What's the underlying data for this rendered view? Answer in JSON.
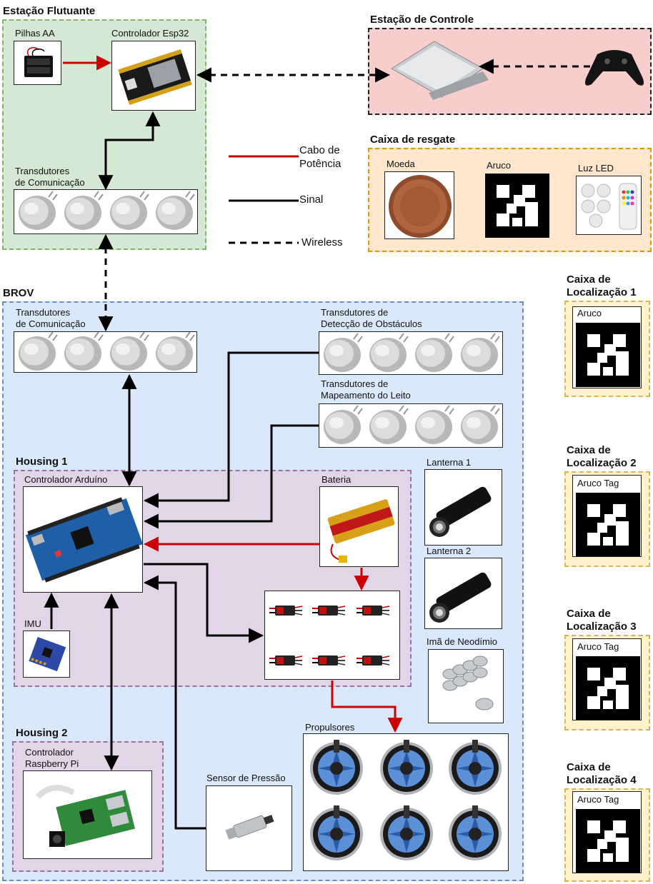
{
  "estacao_flutuante": {
    "title": "Estação Flutuante",
    "pilhas_label": "Pilhas AA",
    "esp32_label": "Controlador Esp32",
    "transdutores_label_1": "Transdutores",
    "transdutores_label_2": "de Comunicação"
  },
  "estacao_controle": {
    "title": "Estação de Controle"
  },
  "caixa_resgate": {
    "title": "Caixa de resgate",
    "moeda_label": "Moeda",
    "aruco_label": "Aruco",
    "luz_label": "Luz LED"
  },
  "legend": {
    "cabo_1": "Cabo de",
    "cabo_2": "Potência",
    "sinal": "Sinal",
    "wireless": "Wireless"
  },
  "brov": {
    "title": "BROV",
    "com_label_1": "Transdutores",
    "com_label_2": "de Comunicação",
    "obst_label_1": "Transdutores de",
    "obst_label_2": "Detecção de Obstáculos",
    "map_label_1": "Transdutores de",
    "map_label_2": "Mapeamento do Leito",
    "lanterna1": "Lanterna 1",
    "lanterna2": "Lanterna 2",
    "ima": "Imã de Neodímio",
    "propulsores": "Propulsores",
    "sensor": "Sensor de Pressão"
  },
  "housing1": {
    "title": "Housing 1",
    "arduino_label": "Controlador Arduíno",
    "bateria_label": "Bateria",
    "imu_label": "IMU"
  },
  "housing2": {
    "title": "Housing 2",
    "rpi_label_1": "Controlador",
    "rpi_label_2": "Raspberry Pi"
  },
  "loc_boxes": [
    {
      "title_1": "Caixa de",
      "title_2": "Localização 1",
      "label": "Aruco"
    },
    {
      "title_1": "Caixa de",
      "title_2": "Localização 2",
      "label": "Aruco Tag"
    },
    {
      "title_1": "Caixa de",
      "title_2": "Localização 3",
      "label": "Aruco Tag"
    },
    {
      "title_1": "Caixa de",
      "title_2": "Localização 4",
      "label": "Aruco Tag"
    }
  ],
  "colors": {
    "green_fill": "#d5e8d4",
    "green_border": "#82b366",
    "pink_fill": "#f8cecc",
    "pink_border": "#222222",
    "orange_fill": "#ffe6cc",
    "orange_border": "#d79b00",
    "blue_fill": "#dae8fc",
    "blue_border": "#6c8ebf",
    "purple_fill": "#e1d5e7",
    "purple_border": "#9673a6",
    "yellow_fill": "#fff2cc",
    "yellow_border": "#d6b656",
    "power": "#cc0000",
    "signal": "#000000"
  },
  "icons": [
    "battery-holder-icon",
    "esp32-board-icon",
    "ultrasonic-transducer-icon",
    "laptop-icon",
    "gamepad-icon",
    "coin-icon",
    "aruco-marker-icon",
    "led-lights-icon",
    "arduino-board-icon",
    "lipo-battery-icon",
    "esc-icon",
    "imu-icon",
    "raspberry-pi-icon",
    "pressure-sensor-icon",
    "flashlight-icon",
    "magnet-icon",
    "thruster-icon"
  ]
}
